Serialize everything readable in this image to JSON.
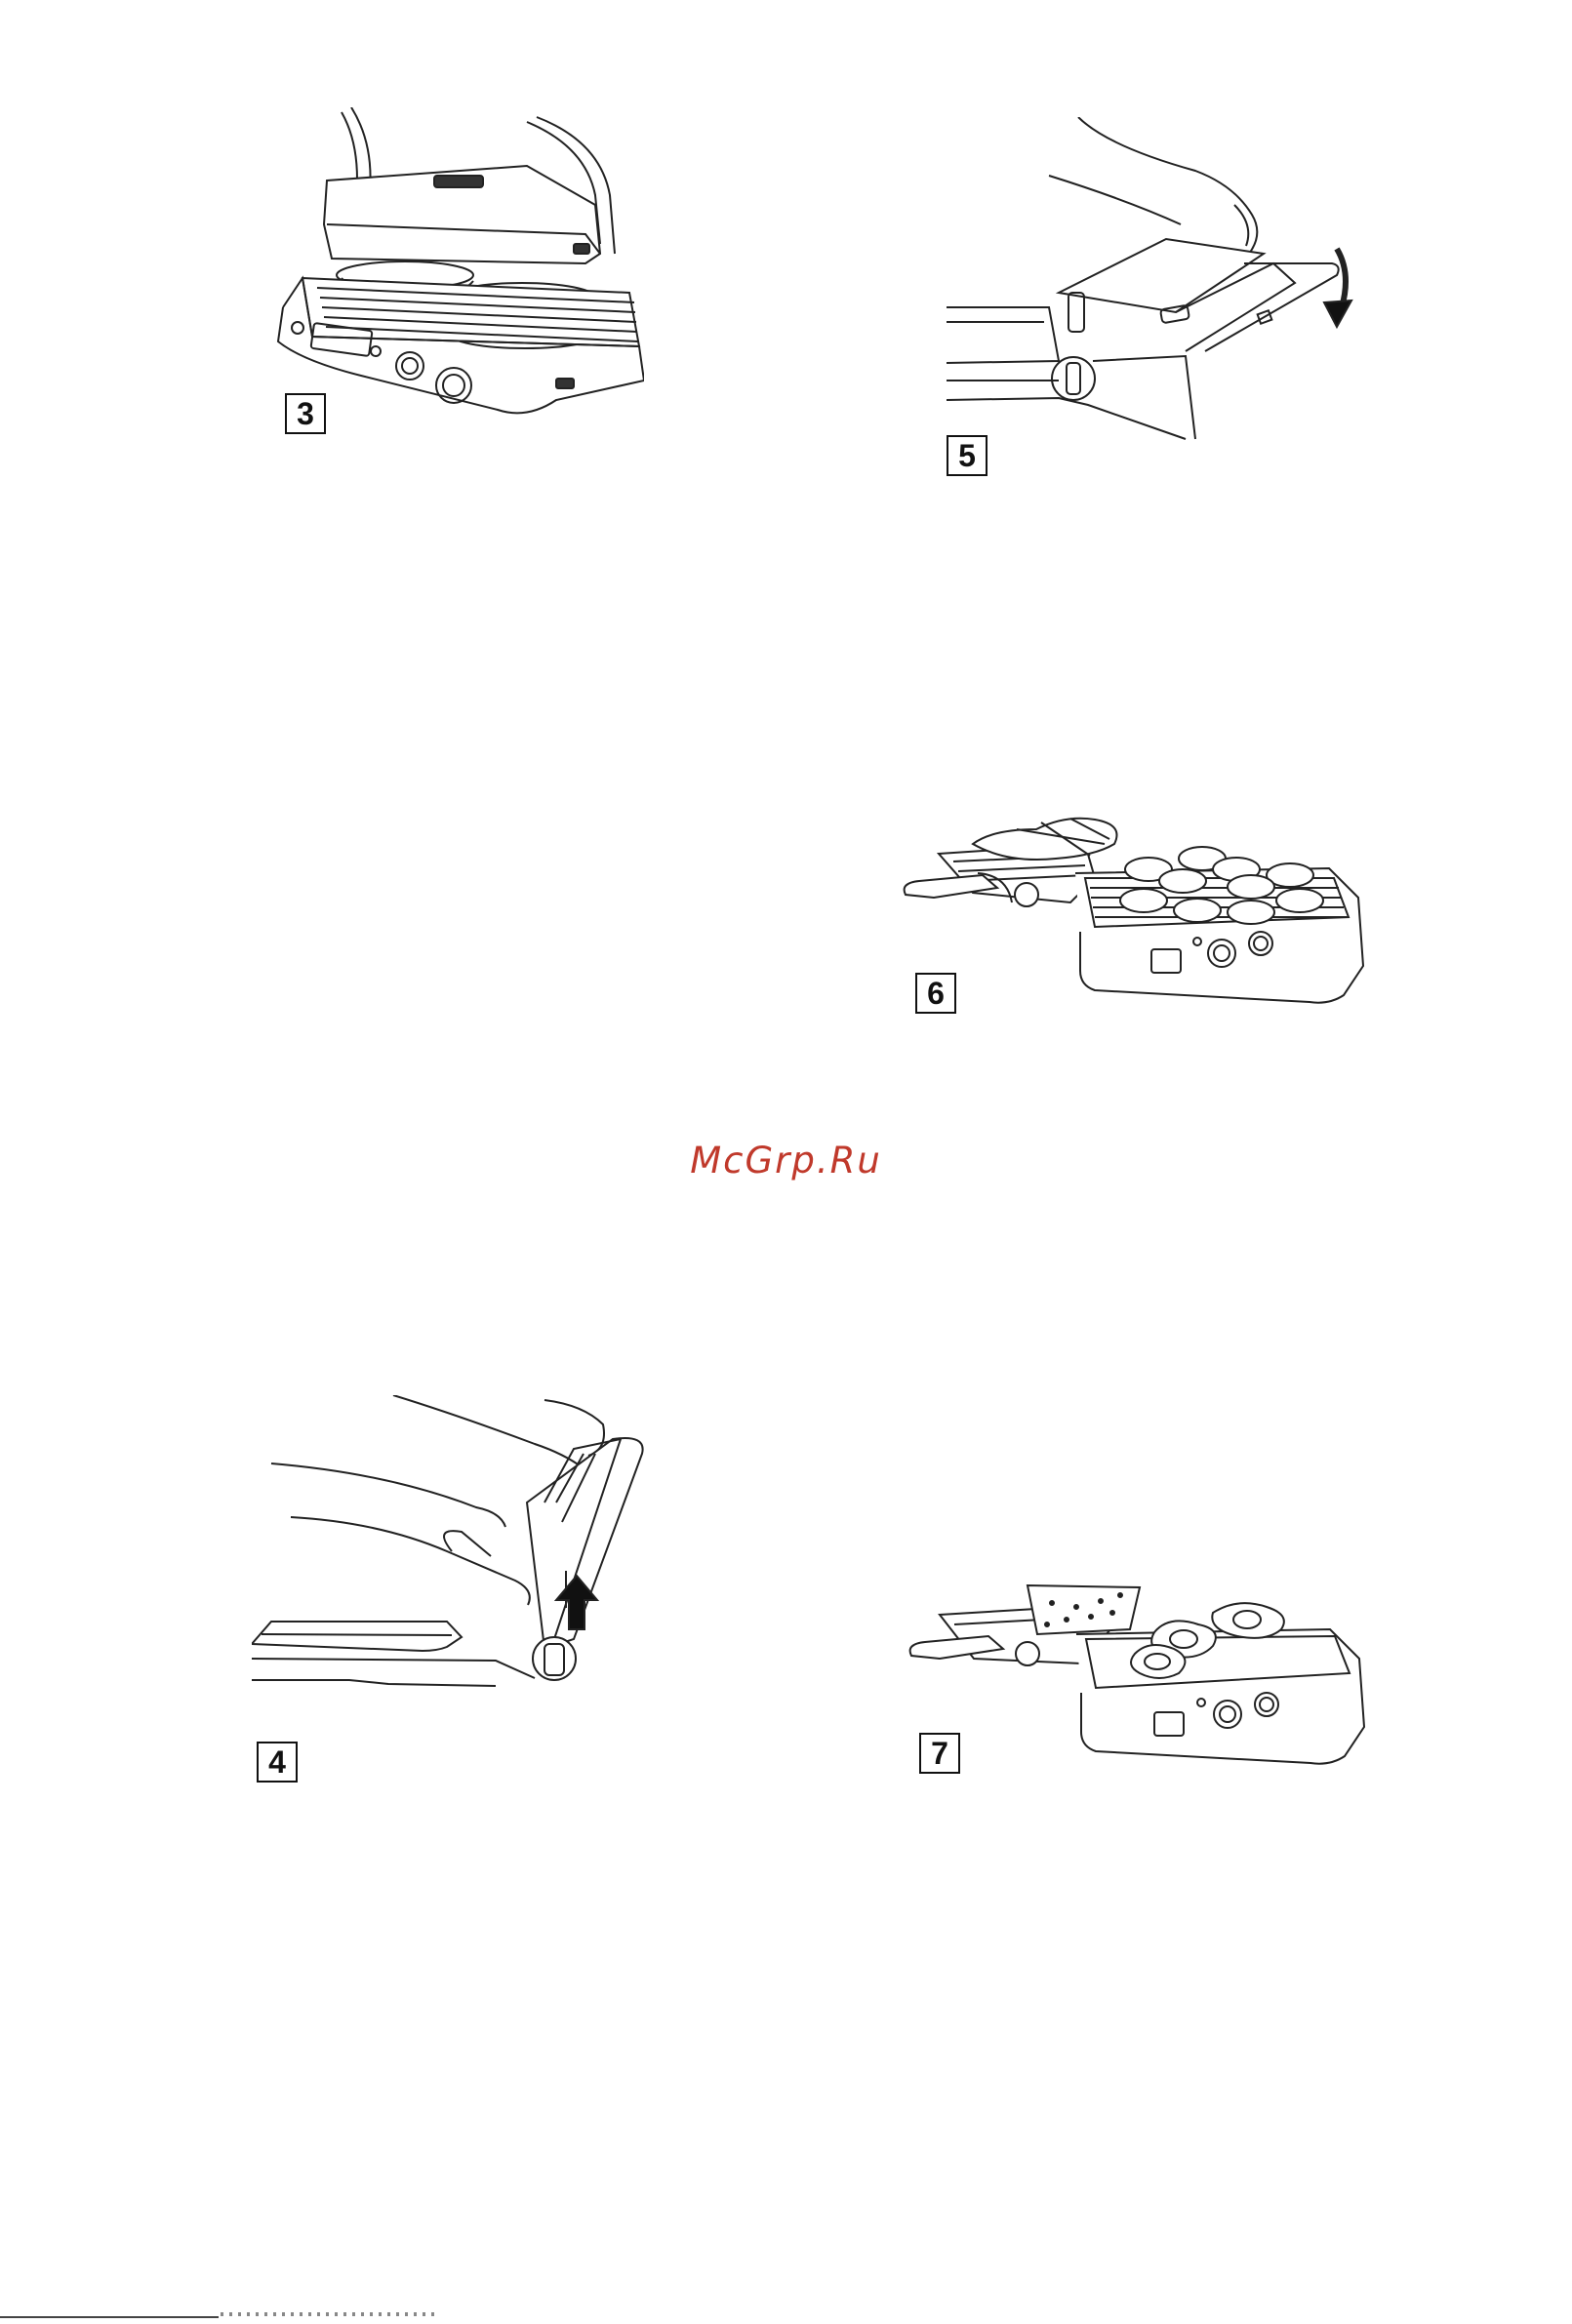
{
  "page": {
    "watermark": "McGrp.Ru",
    "colors": {
      "watermark": "#c0392b",
      "ink": "#111111",
      "background": "#ffffff"
    }
  },
  "figures": [
    {
      "label": "3",
      "depicts": "closed grill pressing two sandwiches"
    },
    {
      "label": "5",
      "depicts": "hand lowering the lid, arrow pointing down"
    },
    {
      "label": "6",
      "depicts": "open grill with steak and patties"
    },
    {
      "label": "4",
      "depicts": "hands lifting the top plate, arrow pointing up"
    },
    {
      "label": "7",
      "depicts": "open grill with toast and eggs"
    }
  ]
}
